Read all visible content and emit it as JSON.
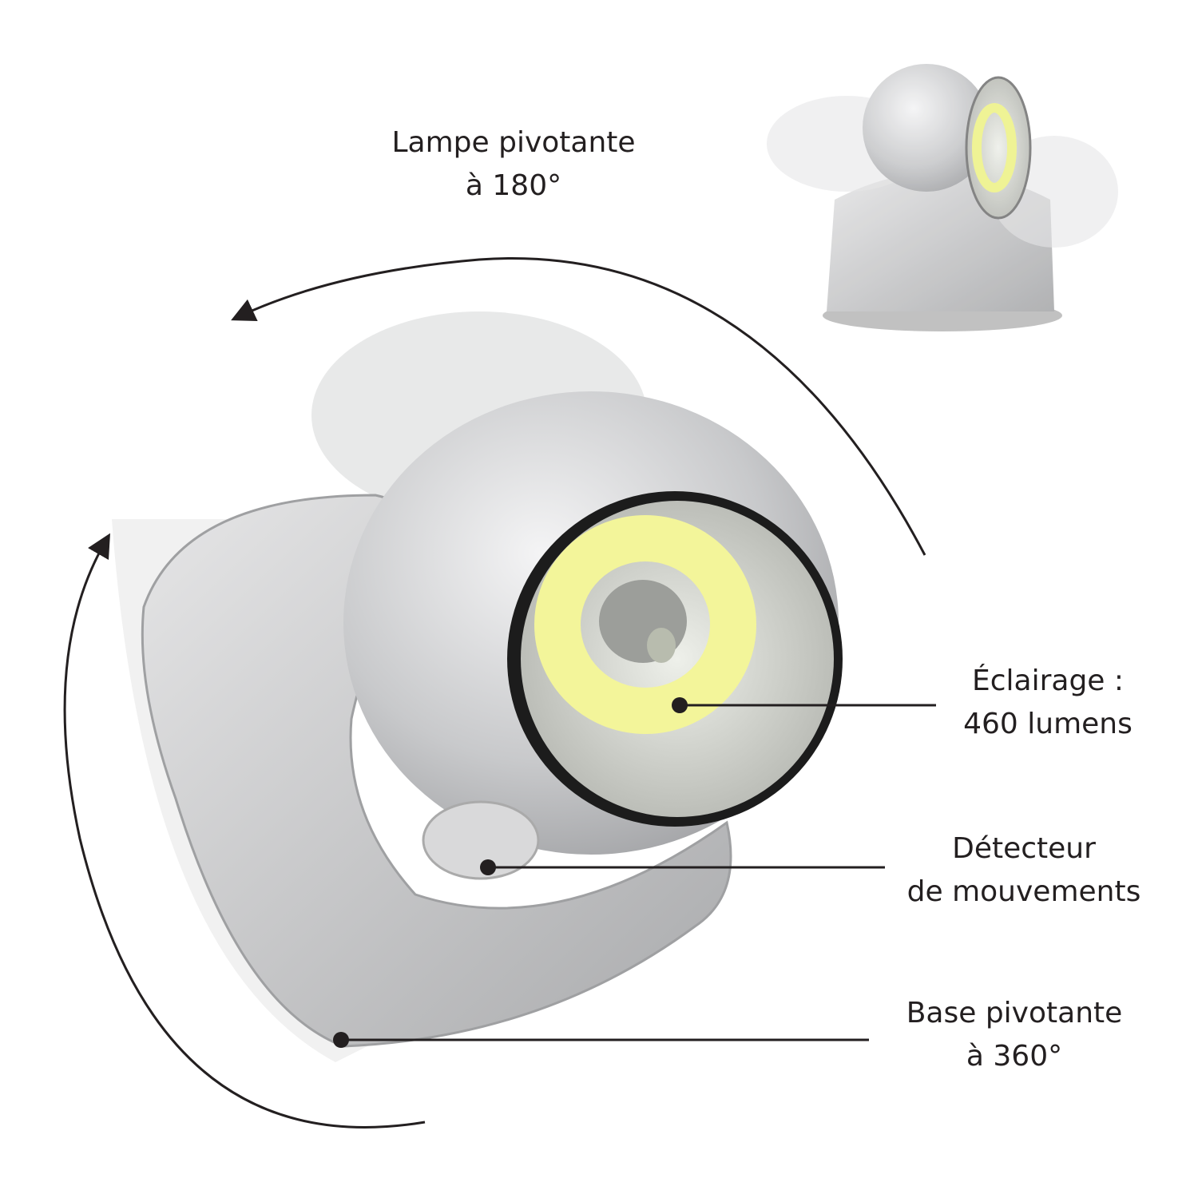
{
  "labels": {
    "rotation_lamp": {
      "line1": "Lampe pivotante",
      "line2": "à 180°"
    },
    "lighting": {
      "line1": "Éclairage :",
      "line2": "460 lumens"
    },
    "motion_sensor": {
      "line1": "Détecteur",
      "line2": "de mouvements"
    },
    "rotation_base": {
      "line1": "Base pivotante",
      "line2": "à 360°"
    }
  },
  "colors": {
    "text": "#231f20",
    "silver": "#c9cacc",
    "led": "#f3f59a",
    "callout": "#231f20"
  }
}
